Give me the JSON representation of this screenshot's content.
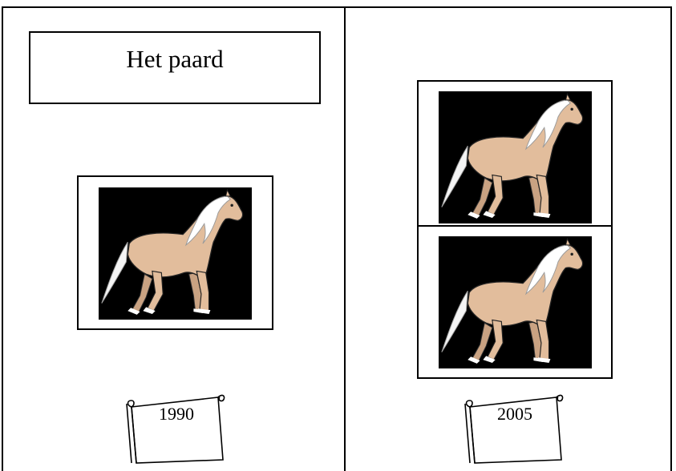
{
  "title": "Het paard",
  "panels": [
    {
      "year": "1990",
      "horse_count": 1
    },
    {
      "year": "2005",
      "horse_count": 2
    }
  ],
  "colors": {
    "border": "#000000",
    "photo_background": "#000000",
    "horse_body": "#e2bd9c",
    "mane": "#ffffff"
  }
}
